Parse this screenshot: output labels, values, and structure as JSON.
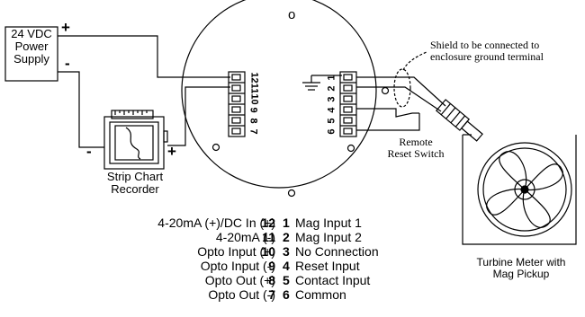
{
  "power_supply": {
    "line1": "24 VDC",
    "line2": "Power",
    "line3": "Supply",
    "plus": "+",
    "minus": "-"
  },
  "recorder": {
    "line1": "Strip Chart",
    "line2": "Recorder",
    "minus": "-",
    "plus": "+"
  },
  "shield_note": {
    "line1": "Shield to be connected to",
    "line2": "enclosure ground terminal"
  },
  "reset_switch": {
    "line1": "Remote",
    "line2": "Reset Switch"
  },
  "turbine": {
    "line1": "Turbine Meter  with",
    "line2": "Mag Pickup"
  },
  "enclosure": {
    "screw_label": "o"
  },
  "terminals_left": [
    "12",
    "11",
    "10",
    "9",
    "8",
    "7"
  ],
  "terminals_right": [
    "1",
    "2",
    "3",
    "4",
    "5",
    "6"
  ],
  "legend": [
    {
      "left_desc": "4-20mA (+)/DC In (+)",
      "left_num": "12",
      "right_num": "1",
      "right_desc": "Mag Input 1"
    },
    {
      "left_desc": "4-20mA (-)",
      "left_num": "11",
      "right_num": "2",
      "right_desc": "Mag Input 2"
    },
    {
      "left_desc": "Opto Input (+)",
      "left_num": "10",
      "right_num": "3",
      "right_desc": "No Connection"
    },
    {
      "left_desc": "Opto Input (-)",
      "left_num": "9",
      "right_num": "4",
      "right_desc": " Reset Input"
    },
    {
      "left_desc": "Opto Out (+)",
      "left_num": "8",
      "right_num": "5",
      "right_desc": "Contact Input"
    },
    {
      "left_desc": "Opto Out (-)",
      "left_num": "7",
      "right_num": "6",
      "right_desc": "Common"
    }
  ]
}
